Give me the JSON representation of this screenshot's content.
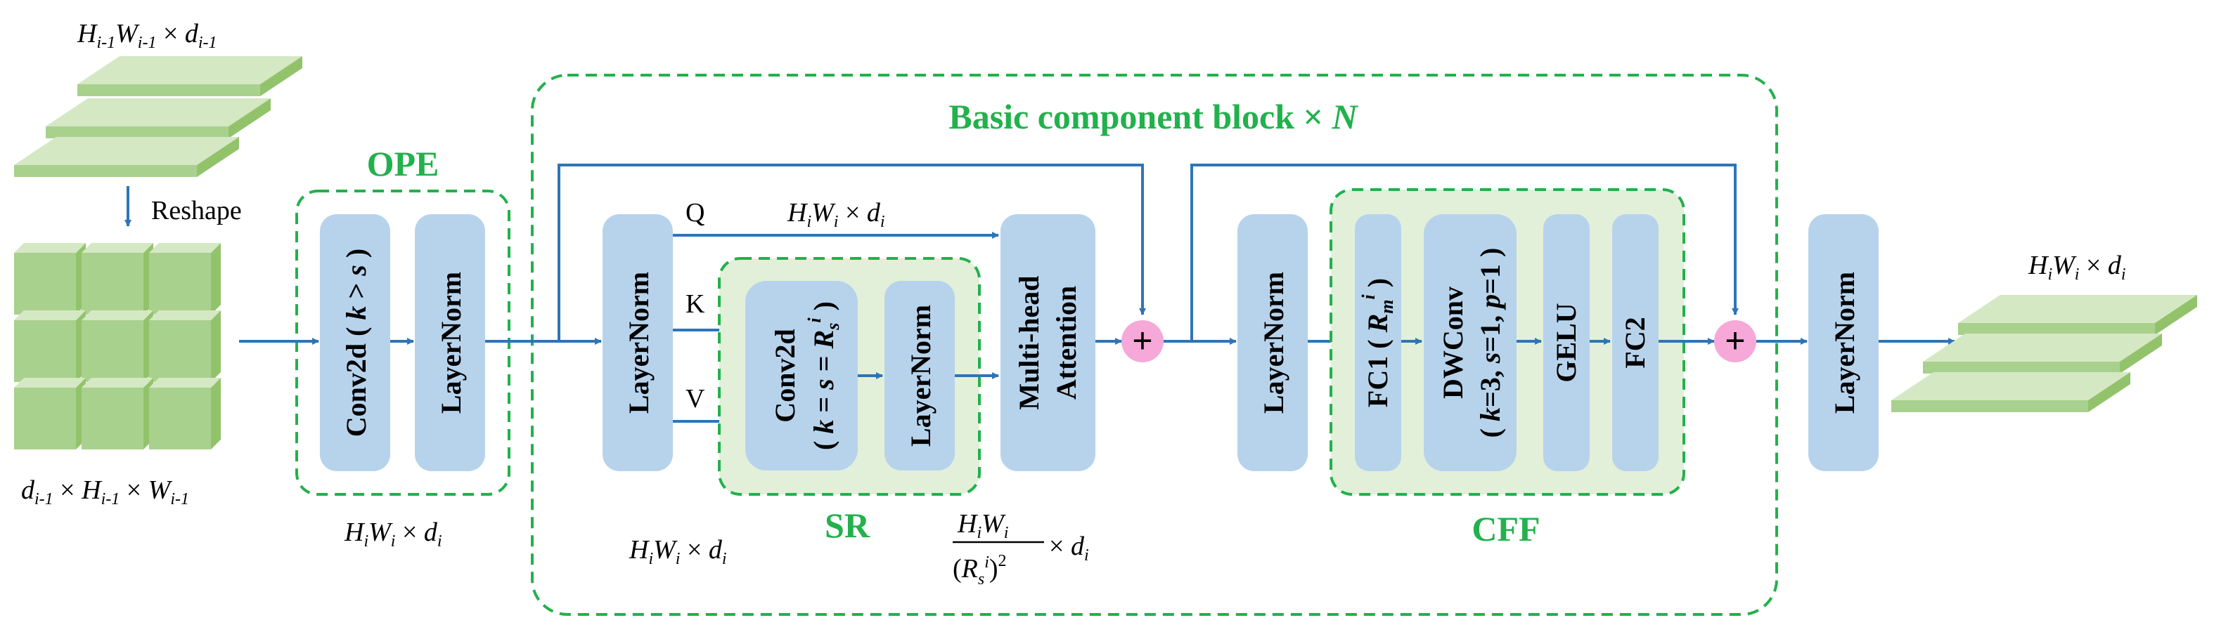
{
  "labels": {
    "input_dims": "H i-1 W i-1 × d i-1",
    "reshape": "Reshape",
    "patch_dims": "d i-1 × H i-1 × W i-1",
    "ope_title": "OPE",
    "ope_conv": "Conv2d ( k > s )",
    "ope_ln": "LayerNorm",
    "ope_out": "H i W i × d i",
    "block_title": "Basic component block × N",
    "ln1": "LayerNorm",
    "q": "Q",
    "k": "K",
    "v": "V",
    "q_dims": "H i W i × d i",
    "sr_title": "SR",
    "sr_conv": "Conv2d",
    "sr_conv_param": "( k = s = R s i )",
    "sr_ln": "LayerNorm",
    "mha_line1": "Multi-head",
    "mha_line2": "Attention",
    "below_ln1": "H i W i × d i",
    "sr_dims": "H i W i / (R s i)^2 × d i",
    "ln2": "LayerNorm",
    "fc1": "FC1 ( R m i )",
    "dwconv": "DWConv",
    "dwconv_param": "( k=3, s=1, p=1 )",
    "gelu": "GELU",
    "fc2": "FC2",
    "cff_title": "CFF",
    "ln3": "LayerNorm",
    "out_dims": "H i W i × d i",
    "plus": "+"
  },
  "colors": {
    "green": "#22b14c",
    "flow": "#2e75b6",
    "box": "#b7d3ec",
    "panel": "#e2f0d9",
    "plus": "#f6a8d8",
    "slab_top": "#d5e8c4",
    "slab_side": "#92c36b",
    "slab_front": "#a9d18e"
  }
}
